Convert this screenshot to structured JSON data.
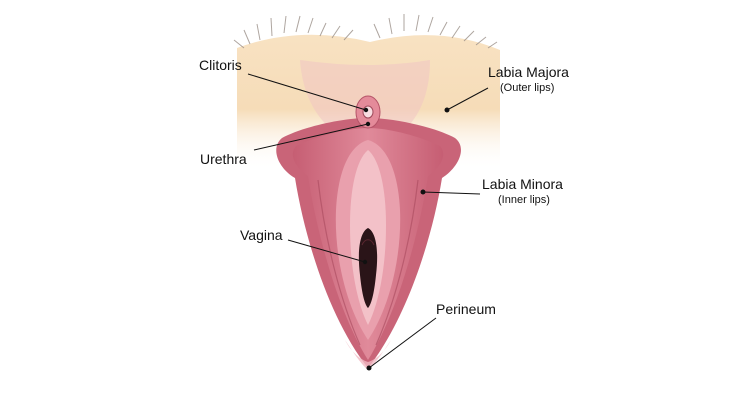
{
  "labels": {
    "clitoris": "Clitoris",
    "urethra": "Urethra",
    "vagina": "Vagina",
    "labia_majora": "Labia Majora",
    "labia_majora_note": "(Outer lips)",
    "labia_minora": "Labia Minora",
    "labia_minora_note": "(Inner lips)",
    "perineum": "Perineum"
  },
  "colors": {
    "skin": "#f6dcb8",
    "tissue": "#d77a8a",
    "tissue_dark": "#b9566a",
    "tissue_light": "#f0aab5",
    "line": "#111111"
  }
}
